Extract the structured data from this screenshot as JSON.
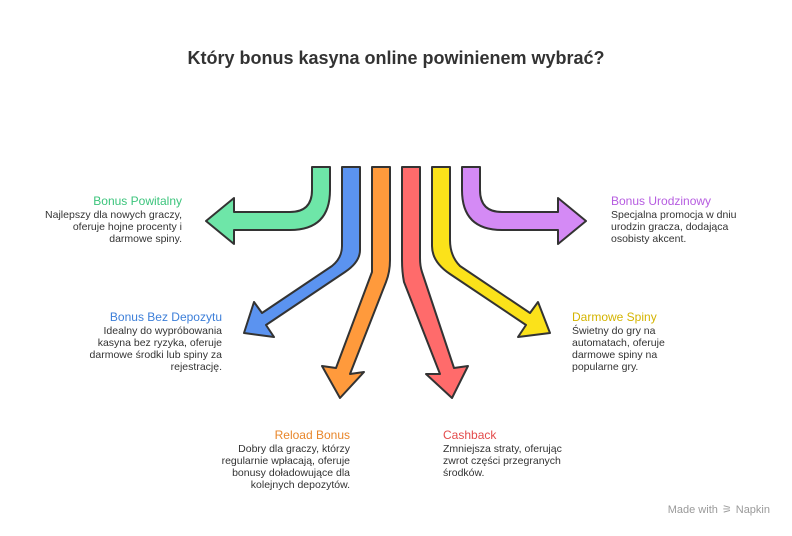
{
  "title": "Który bonus kasyna online powinienem wybrać?",
  "options": [
    {
      "id": "powitalny",
      "name": "Bonus Powitalny",
      "description": "Najlepszy dla nowych graczy, oferuje hojne procenty i darmowe spiny.",
      "color": "#3cc47c",
      "fill": "#6ee6a8"
    },
    {
      "id": "bez-depozytu",
      "name": "Bonus Bez Depozytu",
      "description": "Idealny do wypróbowania kasyna bez ryzyka, oferuje darmowe środki lub spiny za rejestrację.",
      "color": "#3d7fd9",
      "fill": "#5b93f0"
    },
    {
      "id": "reload",
      "name": "Reload Bonus",
      "description": "Dobry dla graczy, którzy regularnie wpłacają, oferuje bonusy doładowujące dla kolejnych depozytów.",
      "color": "#e8862a",
      "fill": "#ff9a3c"
    },
    {
      "id": "cashback",
      "name": "Cashback",
      "description": "Zmniejsza straty, oferując zwrot części przegranych środków.",
      "color": "#e34b4b",
      "fill": "#ff6b6b"
    },
    {
      "id": "darmowe-spiny",
      "name": "Darmowe Spiny",
      "description": "Świetny do gry na automatach, oferuje darmowe spiny na popularne gry.",
      "color": "#e0c200",
      "fill": "#fbe21a"
    },
    {
      "id": "urodzinowy",
      "name": "Bonus Urodzinowy",
      "description": "Specjalna promocja w dniu urodzin gracza, dodająca osobisty akcent.",
      "color": "#b65ce0",
      "fill": "#d48af5"
    }
  ],
  "footer": {
    "made_with": "Made with",
    "brand": "Napkin"
  }
}
